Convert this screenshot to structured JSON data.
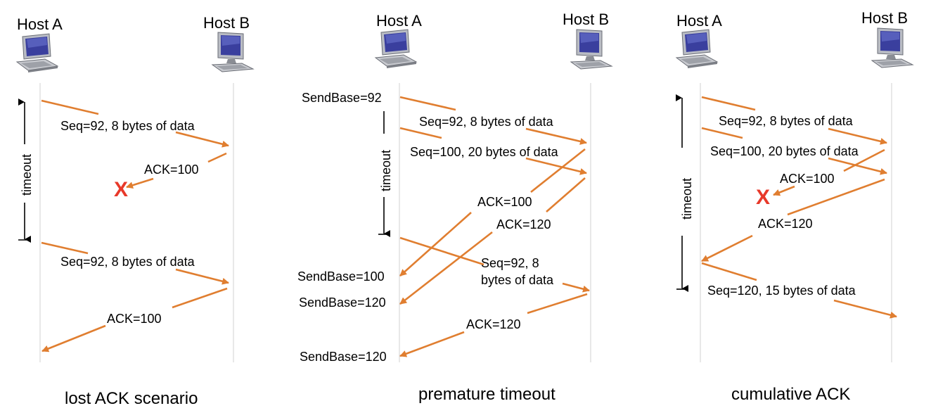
{
  "scenarios": [
    {
      "host_a": "Host A",
      "host_b": "Host B",
      "caption": "lost ACK scenario",
      "timeout_label": "timeout",
      "msg1": "Seq=92, 8 bytes of data",
      "ack1": "ACK=100",
      "msg2": "Seq=92, 8 bytes of data",
      "ack2": "ACK=100",
      "lost_marker": "X"
    },
    {
      "host_a": "Host A",
      "host_b": "Host B",
      "caption": "premature timeout",
      "timeout_label": "timeout",
      "sendbase_92": "SendBase=92",
      "msg1": "Seq=92, 8 bytes of data",
      "msg2": "Seq=100, 20 bytes of data",
      "ack100": "ACK=100",
      "ack120": "ACK=120",
      "retx_line1": "Seq=92,  8",
      "retx_line2": "bytes of data",
      "sendbase_100": "SendBase=100",
      "sendbase_120a": "SendBase=120",
      "ack120b": "ACK=120",
      "sendbase_120b": "SendBase=120"
    },
    {
      "host_a": "Host A",
      "host_b": "Host B",
      "caption": "cumulative ACK",
      "timeout_label": "timeout",
      "msg1": "Seq=92, 8 bytes of data",
      "msg2": "Seq=100, 20 bytes of data",
      "ack100": "ACK=100",
      "ack120": "ACK=120",
      "msg3": "Seq=120,  15 bytes of data",
      "lost_marker": "X"
    }
  ],
  "colors": {
    "arrow": "#e07e30",
    "lost_marker": "#e8392a",
    "lifeline": "#d9d9d9"
  },
  "icons": [
    "computer-icon"
  ]
}
